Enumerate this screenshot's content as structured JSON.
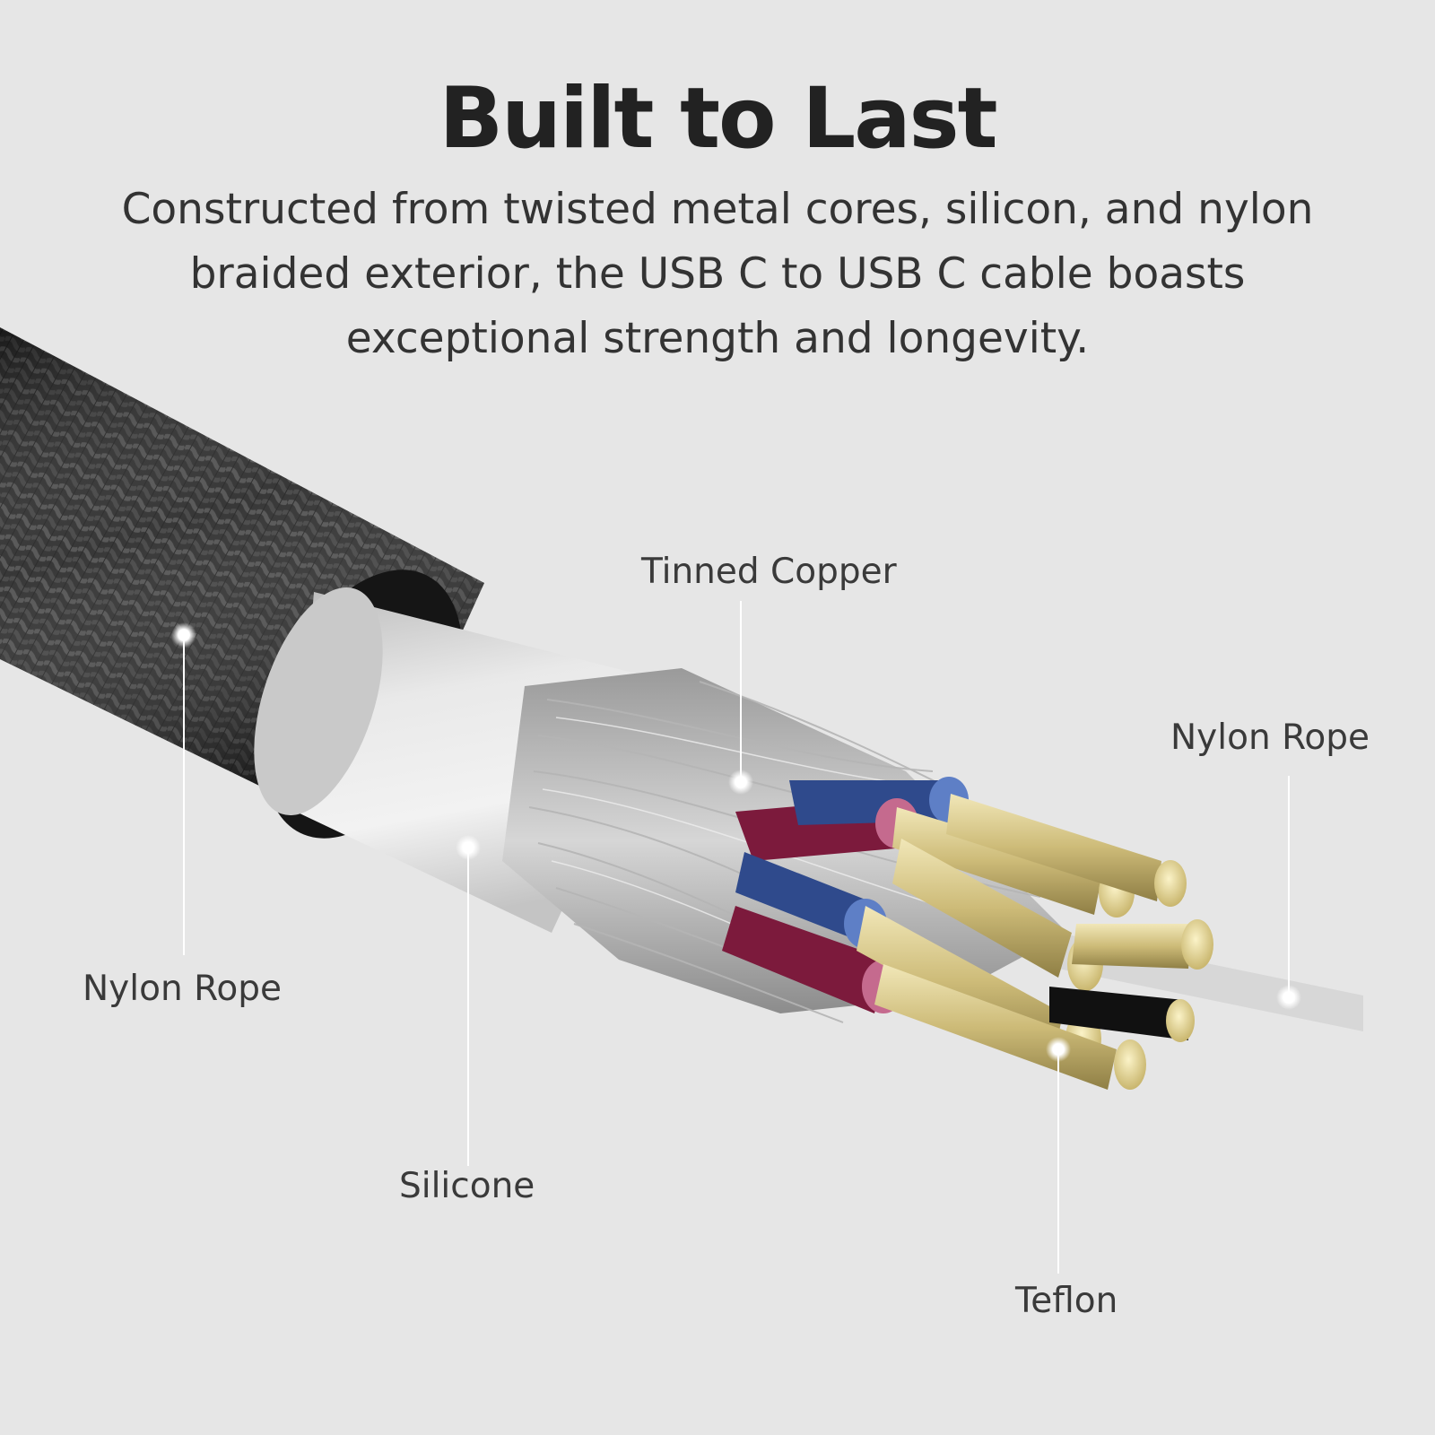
{
  "heading": {
    "title": "Built to Last",
    "subtitle": "Constructed from twisted metal cores, silicon, and nylon braided exterior, the USB C to USB C cable boasts exceptional strength and longevity."
  },
  "callouts": {
    "tinned_copper": "Tinned Copper",
    "nylon_rope_right": "Nylon Rope",
    "nylon_rope_left": "Nylon Rope",
    "silicone": "Silicone",
    "teflon": "Teflon"
  },
  "colors": {
    "background": "#e6e6e6",
    "title_text": "#222222",
    "body_text": "#333333",
    "braid": "#2b2b2b",
    "silicone_sleeve": "#dcdcdc",
    "wire_blue": "#2f4a8c",
    "wire_red": "#7c1a3c",
    "copper_core": "#d8c98a",
    "callout_dot": "#ffffff"
  }
}
